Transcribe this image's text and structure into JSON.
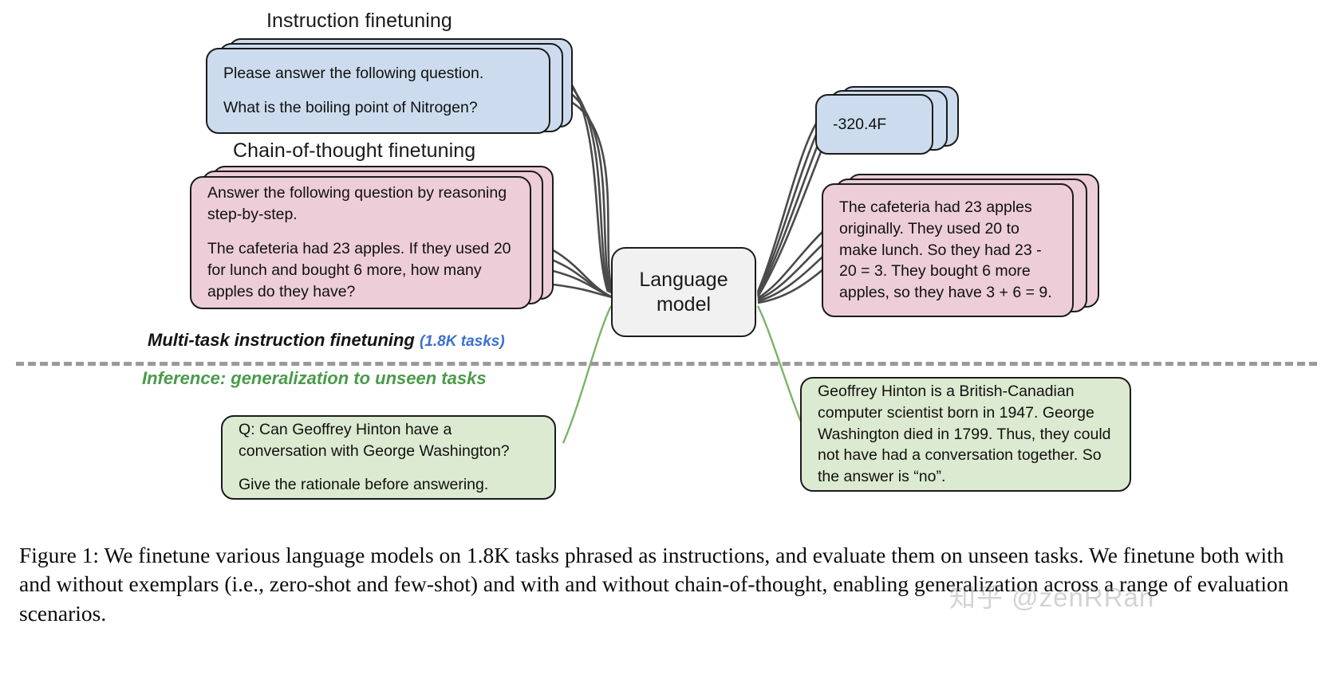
{
  "figure": {
    "sections": {
      "instruction_title": "Instruction finetuning",
      "cot_title": "Chain-of-thought finetuning",
      "multitask_label": "Multi-task instruction finetuning",
      "multitask_count": "(1.8K tasks)",
      "inference_label": "Inference: generalization to unseen tasks"
    },
    "model_box": {
      "line1": "Language",
      "line2": "model"
    },
    "inputs": {
      "instruction": {
        "line1": "Please answer the following question.",
        "line2": "What is the boiling point of Nitrogen?"
      },
      "chain_of_thought": {
        "line1": "Answer the following question by reasoning step-by-step.",
        "line2": "The cafeteria had 23 apples. If they used 20 for lunch and bought 6 more, how many apples do they have?"
      },
      "inference_question": {
        "line1": "Q: Can Geoffrey Hinton have a conversation with George Washington?",
        "line2": "Give the rationale before answering."
      }
    },
    "outputs": {
      "instruction_answer": "-320.4F",
      "chain_of_thought_answer": "The cafeteria had 23 apples originally. They used 20 to make lunch. So they had 23 - 20 = 3. They bought 6 more apples, so they have 3 + 6 = 9.",
      "inference_answer": "Geoffrey Hinton is a British-Canadian computer scientist born in 1947. George Washington died in 1799. Thus, they could not have had a conversation together. So the answer is “no”."
    },
    "caption": "Figure 1: We finetune various language models on 1.8K tasks phrased as instructions, and evaluate them on unseen tasks. We finetune both with and without exemplars (i.e., zero-shot and few-shot) and with and without chain-of-thought, enabling generalization across a range of evaluation scenarios.",
    "watermark": "知乎 @zenRRan",
    "colors": {
      "blue_fill": "#ccdcee",
      "pink_fill": "#eccdd8",
      "green_fill": "#dbead0",
      "grey_fill": "#f1f1f1",
      "stroke": "#1b1b1b",
      "wire_dark": "#4a4a4a",
      "wire_green": "#7cb36a",
      "divider": "#9a9a9a",
      "count_blue": "#3b6fd4",
      "inference_green": "#4a9a4a"
    }
  }
}
